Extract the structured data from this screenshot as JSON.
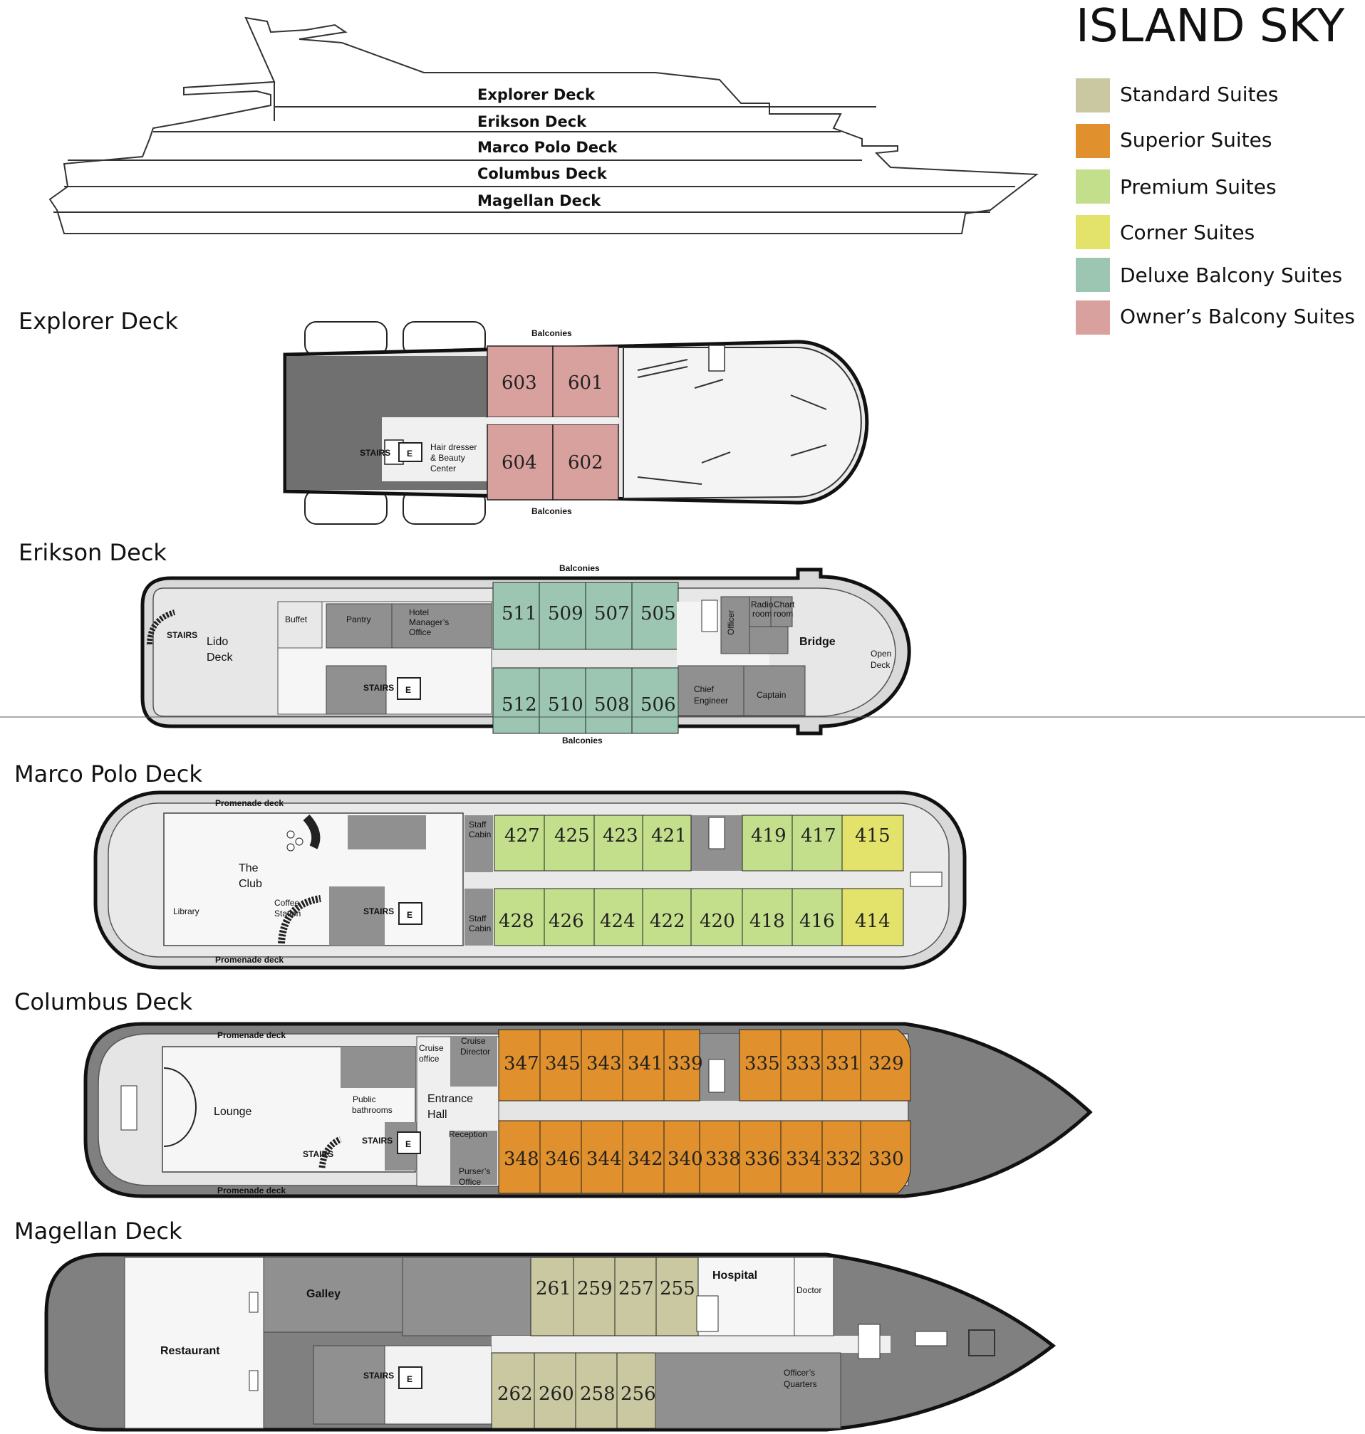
{
  "title": "ISLAND SKY",
  "legend": [
    {
      "label": "Standard Suites",
      "color": "#c9c8a0"
    },
    {
      "label": "Superior Suites",
      "color": "#e0902c"
    },
    {
      "label": "Premium Suites",
      "color": "#c3df8c"
    },
    {
      "label": "Corner Suites",
      "color": "#e3e26a"
    },
    {
      "label": "Deluxe Balcony Suites",
      "color": "#9cc5b2"
    },
    {
      "label": "Owner’s Balcony Suites",
      "color": "#d9a19d"
    }
  ],
  "profile_decks": [
    "Explorer Deck",
    "Erikson Deck",
    "Marco Polo Deck",
    "Columbus Deck",
    "Magellan Deck"
  ],
  "explorer": {
    "title": "Explorer Deck",
    "balconies_top": "Balconies",
    "balconies_bottom": "Balconies",
    "cabins_top": [
      "603",
      "601"
    ],
    "cabins_bottom": [
      "604",
      "602"
    ],
    "stairs": "STAIRS",
    "elevator": "E",
    "hair1": "Hair dresser",
    "hair2": "& Beauty",
    "hair3": "Center"
  },
  "erikson": {
    "title": "Erikson Deck",
    "balconies_top": "Balconies",
    "balconies_bottom": "Balconies",
    "cabins_top": [
      "511",
      "509",
      "507",
      "505"
    ],
    "cabins_bottom": [
      "512",
      "510",
      "508",
      "506"
    ],
    "stairs": "STAIRS",
    "stairs2": "STAIRS",
    "elevator": "E",
    "lido1": "Lido",
    "lido2": "Deck",
    "buffet": "Buffet",
    "pantry": "Pantry",
    "hotel1": "Hotel",
    "hotel2": "Manager’s",
    "hotel3": "Office",
    "officer": "Officer",
    "radio1": "Radio",
    "radio2": "room",
    "chart1": "Chart",
    "chart2": "room",
    "bridge": "Bridge",
    "open1": "Open",
    "open2": "Deck",
    "chief1": "Chief",
    "chief2": "Engineer",
    "captain": "Captain"
  },
  "marco": {
    "title": "Marco Polo Deck",
    "promenade_top": "Promenade deck",
    "promenade_bottom": "Promenade deck",
    "cabins_top": [
      "427",
      "425",
      "423",
      "421",
      "419",
      "417",
      "415"
    ],
    "cabins_bottom": [
      "428",
      "426",
      "424",
      "422",
      "420",
      "418",
      "416",
      "414"
    ],
    "club1": "The",
    "club2": "Club",
    "library": "Library",
    "coffee1": "Coffee",
    "coffee2": "Station",
    "stairs": "STAIRS",
    "elevator": "E",
    "staff1": "Staff",
    "staff2": "Cabin"
  },
  "columbus": {
    "title": "Columbus Deck",
    "promenade_top": "Promenade deck",
    "promenade_bottom": "Promenade deck",
    "cabins_top": [
      "347",
      "345",
      "343",
      "341",
      "339",
      "335",
      "333",
      "331",
      "329"
    ],
    "cabins_bottom": [
      "348",
      "346",
      "344",
      "342",
      "340",
      "338",
      "336",
      "334",
      "332",
      "330"
    ],
    "lounge": "Lounge",
    "public1": "Public",
    "public2": "bathrooms",
    "cruise_office1": "Cruise",
    "cruise_office2": "office",
    "cruise_dir1": "Cruise",
    "cruise_dir2": "Director",
    "entrance1": "Entrance",
    "entrance2": "Hall",
    "reception": "Reception",
    "purser1": "Purser’s",
    "purser2": "Office",
    "stairs": "STAIRS",
    "stairs2": "STAIRS",
    "elevator": "E"
  },
  "magellan": {
    "title": "Magellan Deck",
    "cabins_top": [
      "261",
      "259",
      "257",
      "255"
    ],
    "cabins_bottom": [
      "262",
      "260",
      "258",
      "256"
    ],
    "galley": "Galley",
    "restaurant": "Restaurant",
    "hospital": "Hospital",
    "doctor": "Doctor",
    "officers1": "Officer’s",
    "officers2": "Quarters",
    "stairs": "STAIRS",
    "elevator": "E"
  }
}
